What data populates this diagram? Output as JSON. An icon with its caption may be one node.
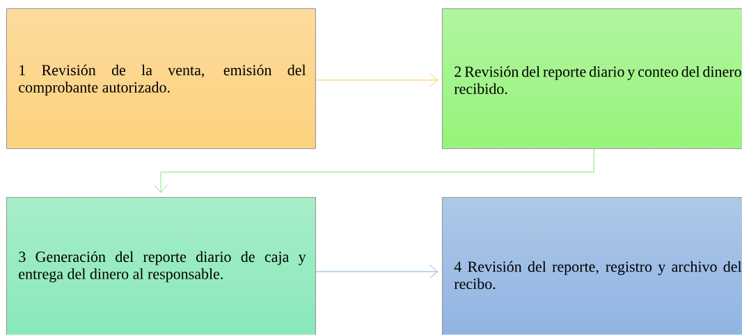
{
  "diagram": {
    "nodes": [
      {
        "text": [
          "1 Revisión de la venta, emisión del comprobante autorizado."
        ]
      },
      {
        "text": [
          "2 Revisión del reporte diario y conteo del dinero recibido."
        ]
      },
      {
        "text": [
          "3 Generación del reporte diario de caja y entrega del dinero al responsable."
        ]
      },
      {
        "text": [
          "4 Revisión del reporte, registro y archivo del recibo."
        ]
      }
    ],
    "edges": [
      {
        "from": 0,
        "to": 1,
        "arrow": "to",
        "color": "#ffc000"
      },
      {
        "from": 1,
        "to": 2,
        "arrow": "to",
        "color": "#5ee35e"
      },
      {
        "from": 2,
        "to": 3,
        "arrow": "to",
        "color": "#5b9bd5"
      }
    ]
  }
}
